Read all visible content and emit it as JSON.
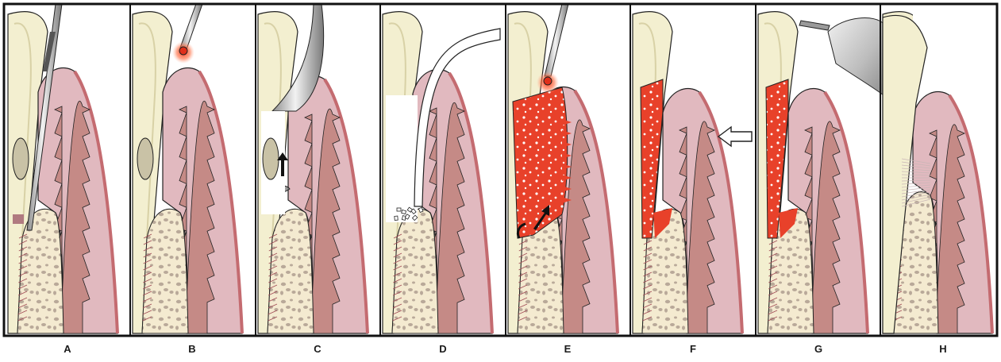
{
  "figure": {
    "panels": [
      {
        "label": "A",
        "steps": [
          "periodontal-probe",
          "calculus"
        ]
      },
      {
        "label": "B",
        "steps": [
          "laser-tip"
        ]
      },
      {
        "label": "C",
        "steps": [
          "curette",
          "arrow-up"
        ]
      },
      {
        "label": "D",
        "steps": [
          "scaler",
          "bone-particles"
        ]
      },
      {
        "label": "E",
        "steps": [
          "laser-tip",
          "lased-tissue",
          "arrows"
        ]
      },
      {
        "label": "F",
        "steps": [
          "clot",
          "open-arrow"
        ]
      },
      {
        "label": "G",
        "steps": [
          "clot",
          "occlusal-adjust-bur"
        ]
      },
      {
        "label": "H",
        "steps": [
          "healed-attachment"
        ]
      }
    ]
  }
}
